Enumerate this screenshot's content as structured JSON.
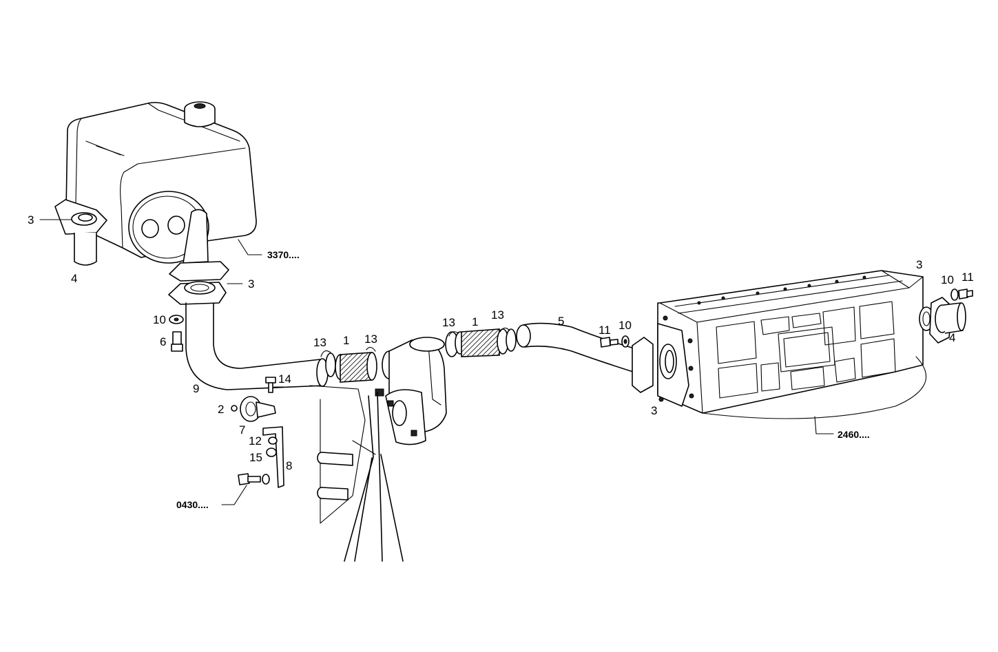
{
  "diagram": {
    "callouts": [
      {
        "id": "c3a",
        "text": "3"
      },
      {
        "id": "c4a",
        "text": "4"
      },
      {
        "id": "c3b",
        "text": "3"
      },
      {
        "id": "c10a",
        "text": "10"
      },
      {
        "id": "c6",
        "text": "6"
      },
      {
        "id": "c9",
        "text": "9"
      },
      {
        "id": "c14",
        "text": "14"
      },
      {
        "id": "c2",
        "text": "2"
      },
      {
        "id": "c7",
        "text": "7"
      },
      {
        "id": "c12",
        "text": "12"
      },
      {
        "id": "c15",
        "text": "15"
      },
      {
        "id": "c8",
        "text": "8"
      },
      {
        "id": "c13a",
        "text": "13"
      },
      {
        "id": "c1a",
        "text": "1"
      },
      {
        "id": "c13b",
        "text": "13"
      },
      {
        "id": "c13c",
        "text": "13"
      },
      {
        "id": "c1b",
        "text": "1"
      },
      {
        "id": "c13d",
        "text": "13"
      },
      {
        "id": "c5",
        "text": "5"
      },
      {
        "id": "c11a",
        "text": "11"
      },
      {
        "id": "c10b",
        "text": "10"
      },
      {
        "id": "c3c",
        "text": "3"
      },
      {
        "id": "c3d",
        "text": "3"
      },
      {
        "id": "c10c",
        "text": "10"
      },
      {
        "id": "c11b",
        "text": "11"
      },
      {
        "id": "c4b",
        "text": "4"
      }
    ],
    "references": [
      {
        "id": "r3370",
        "text": "3370...."
      },
      {
        "id": "r2460",
        "text": "2460...."
      },
      {
        "id": "r0430",
        "text": "0430...."
      }
    ]
  }
}
